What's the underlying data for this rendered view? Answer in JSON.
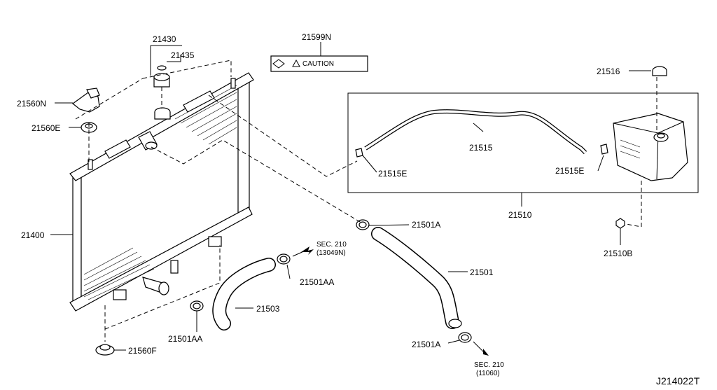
{
  "diagram": {
    "callouts": {
      "p21430": "21430",
      "p21435": "21435",
      "p21599N": "21599N",
      "p21516": "21516",
      "p21560N": "21560N",
      "p21560E": "21560E",
      "p21515": "21515",
      "p21515E_left": "21515E",
      "p21515E_right": "21515E",
      "p21510": "21510",
      "p21400": "21400",
      "p21501A_top": "21501A",
      "p21501": "21501",
      "p21501AA_mid": "21501AA",
      "p21503": "21503",
      "p21501AA_low": "21501AA",
      "p21501A_low": "21501A",
      "p21560F": "21560F",
      "p21510B": "21510B"
    },
    "caution_label": "CAUTION",
    "sec_refs": {
      "upper_sec": "SEC. 210",
      "upper_code": "(13049N)",
      "lower_sec": "SEC. 210",
      "lower_code": "(11060)"
    },
    "diagram_code": "J214022T"
  }
}
